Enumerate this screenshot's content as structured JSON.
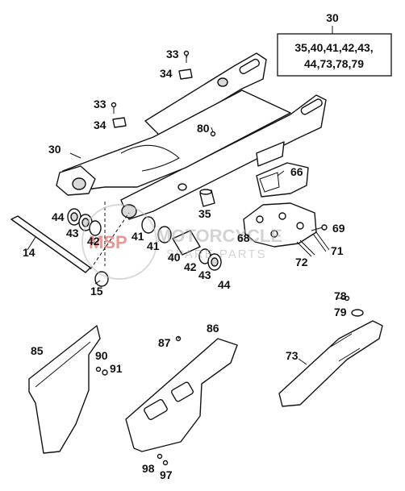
{
  "kit": {
    "number": "30",
    "contents_line1": "35,40,41,42,43,",
    "contents_line2": "44,73,78,79"
  },
  "watermark": {
    "logo": "MSP",
    "line1": "MOTORCYCLE",
    "line2": "SPARE PARTS"
  },
  "callouts": {
    "c30": "30",
    "c33a": "33",
    "c34a": "34",
    "c33b": "33",
    "c34b": "34",
    "c80": "80",
    "c66": "66",
    "c35": "35",
    "c44a": "44",
    "c43a": "43",
    "c42a": "42",
    "c41a": "41",
    "c41b": "41",
    "c40": "40",
    "c42b": "42",
    "c43b": "43",
    "c44b": "44",
    "c14": "14",
    "c15": "15",
    "c68": "68",
    "c69": "69",
    "c71": "71",
    "c72": "72",
    "c78": "78",
    "c79": "79",
    "c73": "73",
    "c85": "85",
    "c90": "90",
    "c91": "91",
    "c86": "86",
    "c87": "87",
    "c98": "98",
    "c97": "97"
  }
}
